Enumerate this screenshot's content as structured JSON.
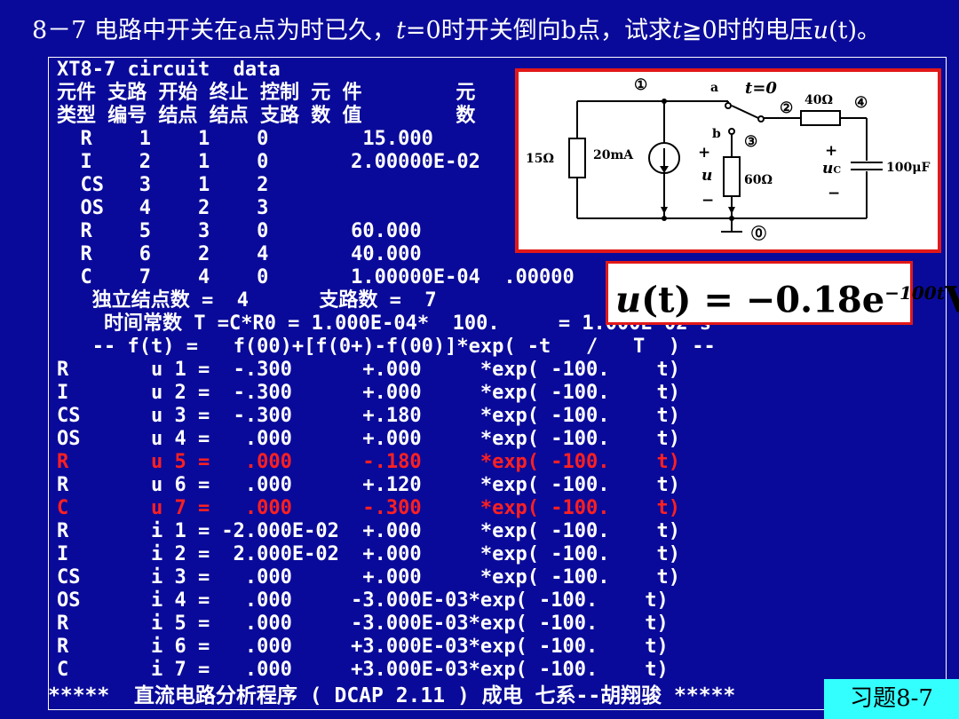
{
  "title": {
    "prefix": "8－7 电路中开关在a点为时已久，",
    "t_label": "t",
    "mid": "=0时开关倒向b点，试求",
    "t2": "t",
    "mid2": "≧0时的电压",
    "u": "u",
    "paren": "(t)。"
  },
  "listing": {
    "header": [
      "XT8-7 circuit  data",
      "元件 支路 开始 终止 控制 元 件        元",
      "类型 编号 结点 结点 支路 数 值        数"
    ],
    "elements": [
      "  R    1    1    0        15.000",
      "  I    2    1    0       2.00000E-02",
      "  CS   3    1    2",
      "  OS   4    2    3",
      "  R    5    3    0       60.000",
      "  R    6    2    4       40.000",
      "  C    7    4    0       1.00000E-04  .00000"
    ],
    "summary": [
      "   独立结点数 =  4      支路数 =  7",
      "    时间常数 T =C*R0 = 1.000E-04*  100.     = 1.000E-02 s",
      "   -- f(t) =   f(00)+[f(0+)-f(00)]*exp( -t   /   T  ) --"
    ],
    "results": [
      {
        "text": "R       u 1 =  -.300      +.000     *exp( -100.    t)",
        "red": false
      },
      {
        "text": "I       u 2 =  -.300      +.000     *exp( -100.    t)",
        "red": false
      },
      {
        "text": "CS      u 3 =  -.300      +.180     *exp( -100.    t)",
        "red": false
      },
      {
        "text": "OS      u 4 =   .000      +.000     *exp( -100.    t)",
        "red": false
      },
      {
        "text": "R       u 5 =   .000      -.180     *exp( -100.    t)",
        "red": true
      },
      {
        "text": "R       u 6 =   .000      +.120     *exp( -100.    t)",
        "red": false
      },
      {
        "text": "C       u 7 =   .000      -.300     *exp( -100.    t)",
        "red": true
      },
      {
        "text": "R       i 1 = -2.000E-02  +.000     *exp( -100.    t)",
        "red": false
      },
      {
        "text": "I       i 2 =  2.000E-02  +.000     *exp( -100.    t)",
        "red": false
      },
      {
        "text": "CS      i 3 =   .000      +.000     *exp( -100.    t)",
        "red": false
      },
      {
        "text": "OS      i 4 =   .000     -3.000E-03*exp( -100.    t)",
        "red": false
      },
      {
        "text": "R       i 5 =   .000     -3.000E-03*exp( -100.    t)",
        "red": false
      },
      {
        "text": "R       i 6 =   .000     +3.000E-03*exp( -100.    t)",
        "red": false
      },
      {
        "text": "C       i 7 =   .000     +3.000E-03*exp( -100.    t)",
        "red": false
      }
    ],
    "footer": "*****  直流电路分析程序 ( DCAP 2.11 ) 成电 七系--胡翔骏 *****"
  },
  "tag": "习题8-7",
  "circuit": {
    "node1": "①",
    "node2": "②",
    "node3": "③",
    "node4": "④",
    "node0": "⓪",
    "a": "a",
    "b": "b",
    "switch_time": "t=0",
    "r1": "15Ω",
    "src": "20mA",
    "r5": "60Ω",
    "r6": "40Ω",
    "cap": "100μF",
    "u": "u",
    "uc": "u",
    "uc_sub": "C",
    "plus": "+",
    "minus": "−"
  },
  "formula": {
    "lhs_u": "u",
    "lhs_t": "(t)",
    "eq": " = −0.18e",
    "exp": "−100t",
    "unit": "V"
  }
}
